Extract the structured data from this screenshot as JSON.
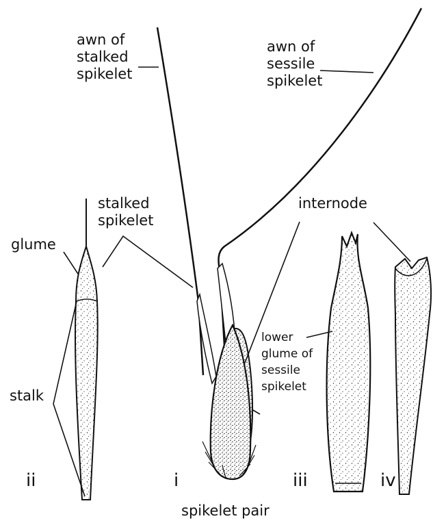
{
  "labels": {
    "awn_stalked": [
      "awn of",
      "stalked",
      "spikelet"
    ],
    "awn_sessile": [
      "awn of",
      "sessile",
      "spikelet"
    ],
    "stalked_spikelet": [
      "stalked",
      "spikelet"
    ],
    "glume": "glume",
    "internode": "internode",
    "stalk": "stalk",
    "lower_glume_sessile": [
      "lower",
      "glume of",
      "sessile",
      "spikelet"
    ],
    "spikelet_pair": "spikelet pair"
  },
  "panels": [
    "ii",
    "i",
    "iii",
    "iv"
  ]
}
